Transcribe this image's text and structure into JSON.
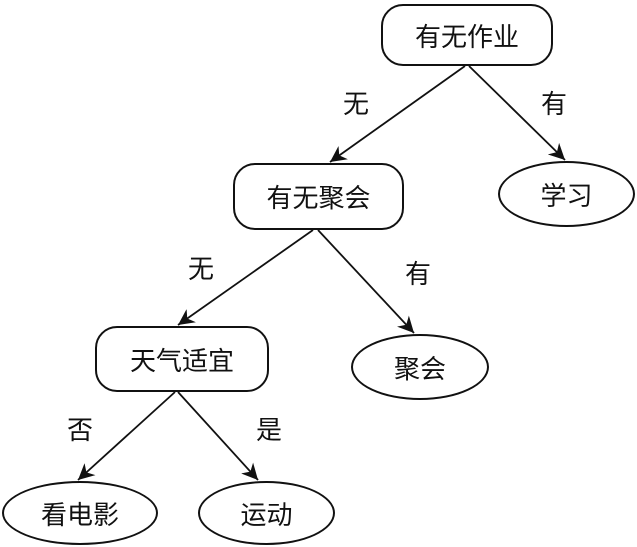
{
  "nodes": {
    "root": "有无作业",
    "party": "有无聚会",
    "weather": "天气适宜",
    "study": "学习",
    "gathering": "聚会",
    "movie": "看电影",
    "sport": "运动"
  },
  "edges": {
    "root_party": "无",
    "root_study": "有",
    "party_weather": "无",
    "party_gathering": "有",
    "weather_movie": "否",
    "weather_sport": "是"
  }
}
